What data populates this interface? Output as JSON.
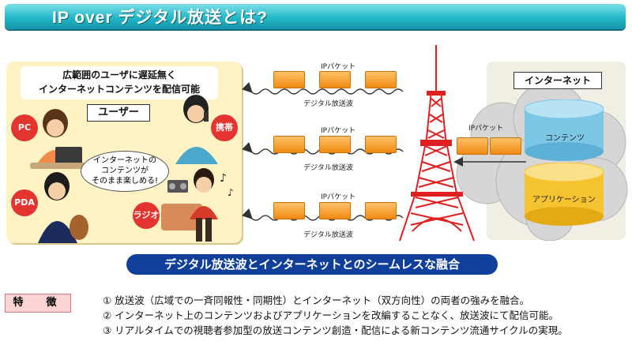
{
  "title": "IP over デジタル放送とは?",
  "user_panel": {
    "callout_line1": "広範囲のユーザに遅延無く",
    "callout_line2": "インターネットコンテンツを配信可能",
    "user_label": "ユーザー",
    "devices": {
      "pc": "PC",
      "mobile": "携帯",
      "pda": "PDA",
      "radio": "ラジオ"
    },
    "bubble_line1": "インターネットの",
    "bubble_line2": "コンテンツが",
    "bubble_line3": "そのまま楽しめる!"
  },
  "links": [
    {
      "packet_label": "IPパケット",
      "wave_label": "デジタル放送波"
    },
    {
      "packet_label": "IPパケット",
      "wave_label": "デジタル放送波"
    },
    {
      "packet_label": "IPパケット",
      "wave_label": "デジタル放送波"
    }
  ],
  "internet": {
    "label": "インターネット",
    "packet_label": "IPパケット",
    "content_db": "コンテンツ",
    "app_db": "アプリケーション"
  },
  "banner": "デジタル放送波とインターネットとのシームレスな融合",
  "features": {
    "label": "特　徴",
    "items": [
      "① 放送波（広域での一斉同報性・同期性）とインターネット（双方向性）の両者の強みを融合。",
      "② インターネット上のコンテンツおよびアプリケーションを改編することなく、放送波にて配信可能。",
      "③ リアルタイムでの視聴者参加型の放送コンテンツ創造・配信による新コンテンツ流通サイクルの実現。"
    ]
  },
  "colors": {
    "title_bar": "#23b7c8",
    "user_panel": "#fff3c6",
    "device_circle": "#e3342f",
    "packet": "#f08a14",
    "tower": "#e02020",
    "content_db": "#7cc6e6",
    "app_db": "#f6c330",
    "banner": "#103f9b",
    "feature_label": "#fbd3d3"
  }
}
